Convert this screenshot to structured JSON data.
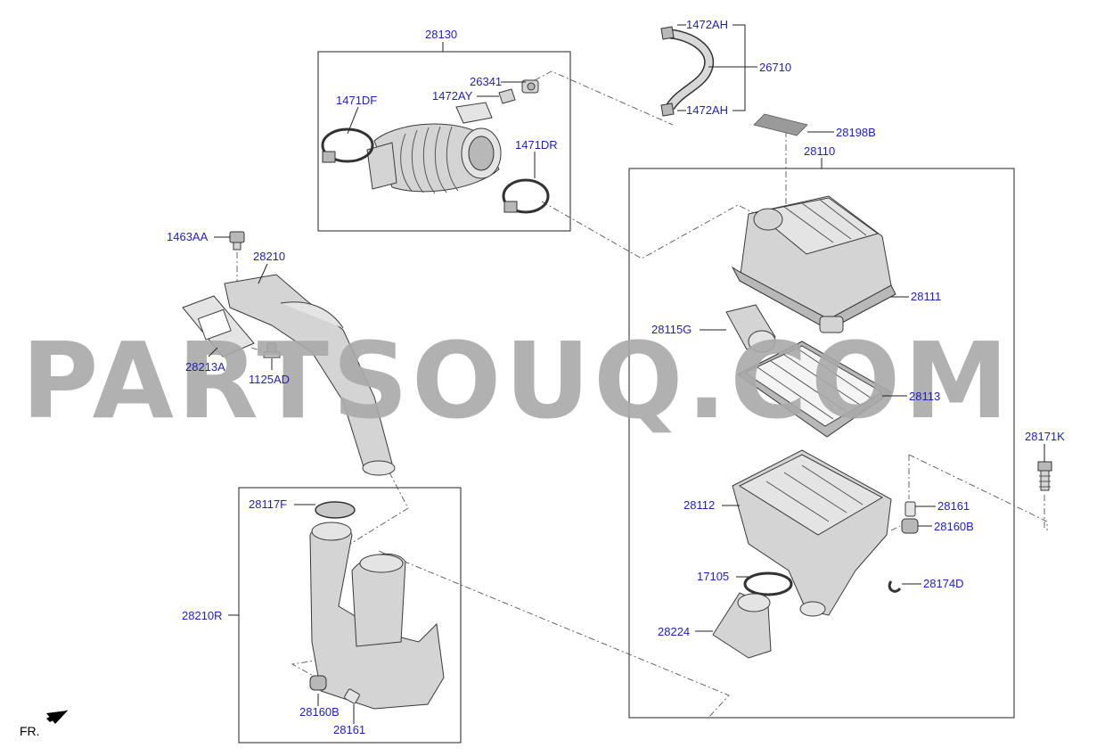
{
  "watermark": "PARTSOUQ.COM",
  "front_indicator": "FR.",
  "labels": {
    "p28130": "28130",
    "p1471DF": "1471DF",
    "p26341": "26341",
    "p1472AY": "1472AY",
    "p1471DR": "1471DR",
    "p1472AH_top": "1472AH",
    "p1472AH_bottom": "1472AH",
    "p26710": "26710",
    "p28198B": "28198B",
    "p28110": "28110",
    "p1463AA": "1463AA",
    "p28210": "28210",
    "p28213A": "28213A",
    "p1125AD": "1125AD",
    "p28111": "28111",
    "p28115G": "28115G",
    "p28113": "28113",
    "p28171K": "28171K",
    "p28117F": "28117F",
    "p28112": "28112",
    "p28161_right": "28161",
    "p28160B_right": "28160B",
    "p17105": "17105",
    "p28174D": "28174D",
    "p28224": "28224",
    "p28210R": "28210R",
    "p28160B_left": "28160B",
    "p28161_left": "28161"
  },
  "colors": {
    "label": "#1f1fb4",
    "watermark": "#a9a9a9",
    "part_fill": "#d4d4d4",
    "line": "#222222"
  },
  "icons": {
    "front_arrow": "arrow-down-left-icon"
  }
}
